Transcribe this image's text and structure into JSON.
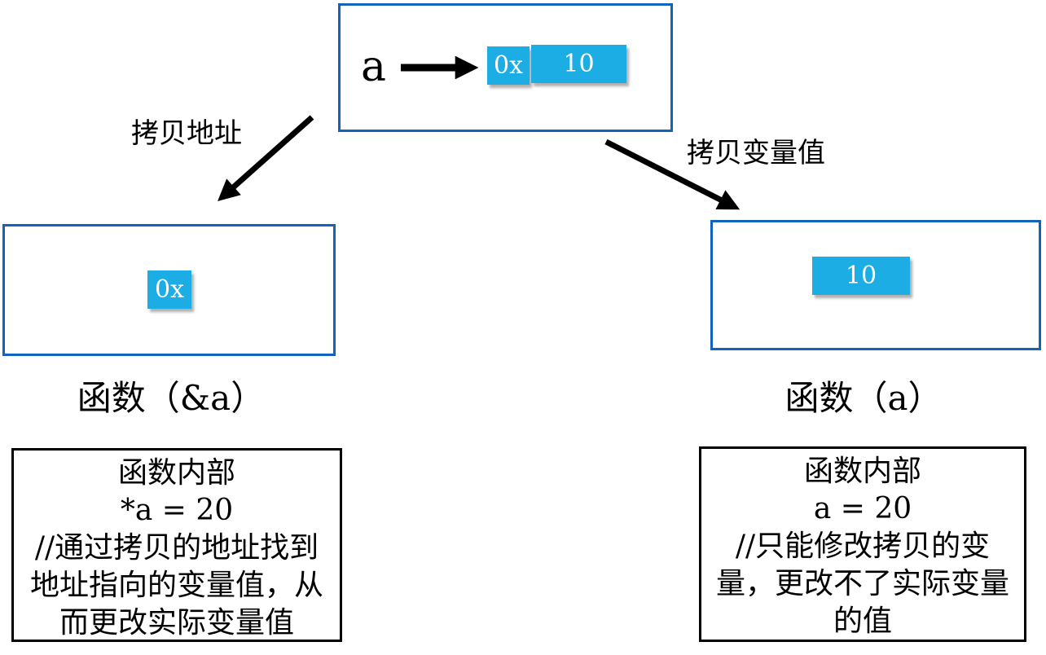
{
  "colors": {
    "cell_fill": "#1CADE4",
    "blue_border": "#1263BE",
    "ink": "#000000"
  },
  "top_box": {
    "variable": "a",
    "address_cell": "0x",
    "value_cell": "10"
  },
  "branch_labels": {
    "left": "拷贝地址",
    "right": "拷贝变量值"
  },
  "left_branch": {
    "cell": "0x",
    "function_label": "函数（&a）",
    "note": "函数内部\n*a = 20\n//通过拷贝的地址找到\n地址指向的变量值，从\n而更改实际变量值"
  },
  "right_branch": {
    "cell": "10",
    "function_label": "函数（a）",
    "note": "函数内部\na = 20\n//只能修改拷贝的变\n量，更改不了实际变量\n的值"
  }
}
